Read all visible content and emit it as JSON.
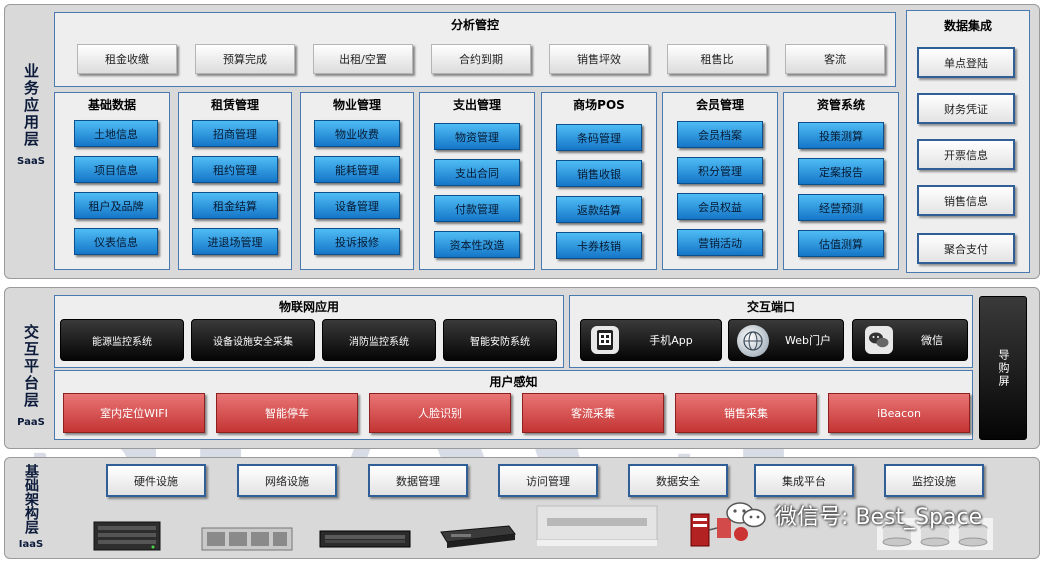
{
  "watermark": {
    "top": "BEST",
    "bottom": "SPACE"
  },
  "footer": {
    "wechat_id": "微信号: Best_Space"
  },
  "saas": {
    "label": "业务应用层",
    "label_en": "SaaS",
    "analytics": {
      "title": "分析管控",
      "items": [
        "租金收缴",
        "预算完成",
        "出租/空置",
        "合约到期",
        "销售坪效",
        "租售比",
        "客流"
      ]
    },
    "modules": [
      {
        "title": "基础数据",
        "items": [
          "土地信息",
          "项目信息",
          "租户及品牌",
          "仪表信息"
        ]
      },
      {
        "title": "租赁管理",
        "items": [
          "招商管理",
          "租约管理",
          "租金结算",
          "进退场管理"
        ]
      },
      {
        "title": "物业管理",
        "items": [
          "物业收费",
          "能耗管理",
          "设备管理",
          "投诉报修"
        ]
      },
      {
        "title": "支出管理",
        "items": [
          "物资管理",
          "支出合同",
          "付款管理",
          "资本性改造"
        ]
      },
      {
        "title": "商场POS",
        "items": [
          "条码管理",
          "销售收银",
          "返款结算",
          "卡券核销"
        ]
      },
      {
        "title": "会员管理",
        "items": [
          "会员档案",
          "积分管理",
          "会员权益",
          "营销活动"
        ]
      },
      {
        "title": "资管系统",
        "items": [
          "投策测算",
          "定案报告",
          "经营预测",
          "估值测算"
        ]
      }
    ],
    "integration": {
      "title": "数据集成",
      "items": [
        "单点登陆",
        "财务凭证",
        "开票信息",
        "销售信息",
        "聚合支付"
      ]
    }
  },
  "paas": {
    "label": "交互平台层",
    "label_en": "PaaS",
    "iot": {
      "title": "物联网应用",
      "items": [
        "能源监控系统",
        "设备设施安全采集",
        "消防监控系统",
        "智能安防系统"
      ]
    },
    "ports": {
      "title": "交互端口",
      "items": [
        "手机App",
        "Web门户",
        "微信"
      ]
    },
    "perception": {
      "title": "用户感知",
      "items": [
        "室内定位WIFI",
        "智能停车",
        "人脸识别",
        "客流采集",
        "销售采集",
        "iBeacon"
      ]
    },
    "guide_screen": "导购屏"
  },
  "iaas": {
    "label": "基础架构层",
    "label_en": "IaaS",
    "items": [
      "硬件设施",
      "网络设施",
      "数据管理",
      "访问管理",
      "数据安全",
      "集成平台",
      "监控设施"
    ]
  }
}
